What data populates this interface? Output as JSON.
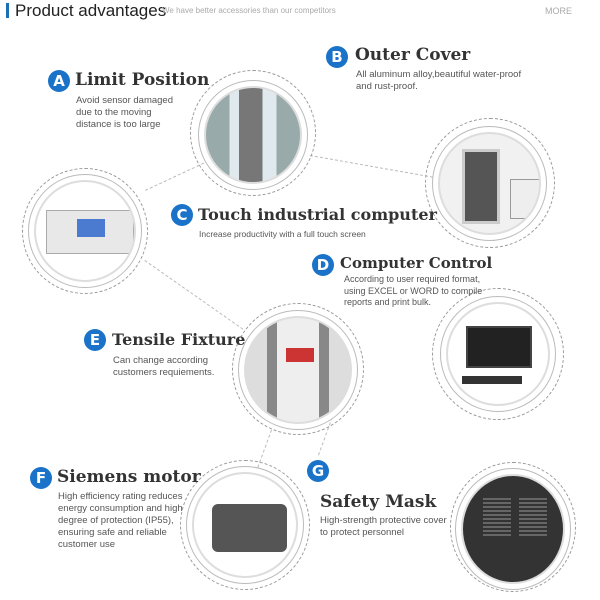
{
  "header": {
    "title": "Product advantages",
    "subtitle": "We have better accessories than our competitors",
    "more": "MORE"
  },
  "features": [
    {
      "letter": "A",
      "title": "Limit Position",
      "desc": "Avoid sensor damaged due to the moving distance is too large"
    },
    {
      "letter": "B",
      "title": "Outer Cover",
      "desc": "All aluminum alloy,beautiful water-proof and rust-proof."
    },
    {
      "letter": "C",
      "title": "Touch industrial computer",
      "desc": "Increase productivity with a full touch screen"
    },
    {
      "letter": "D",
      "title": "Computer Control",
      "desc": "According to user required format, using EXCEL or WORD to compile reports and print bulk."
    },
    {
      "letter": "E",
      "title": "Tensile Fixture",
      "desc": "Can change according customers requiements."
    },
    {
      "letter": "F",
      "title": "Siemens motor",
      "desc": "High efficiency rating reduces energy consumption and high degree of protection (IP55), ensuring safe and reliable customer use"
    },
    {
      "letter": "G",
      "title": "Safety Mask",
      "desc": "High-strength protective cover to protect personnel"
    }
  ],
  "colors": {
    "accent": "#1a73c8"
  }
}
